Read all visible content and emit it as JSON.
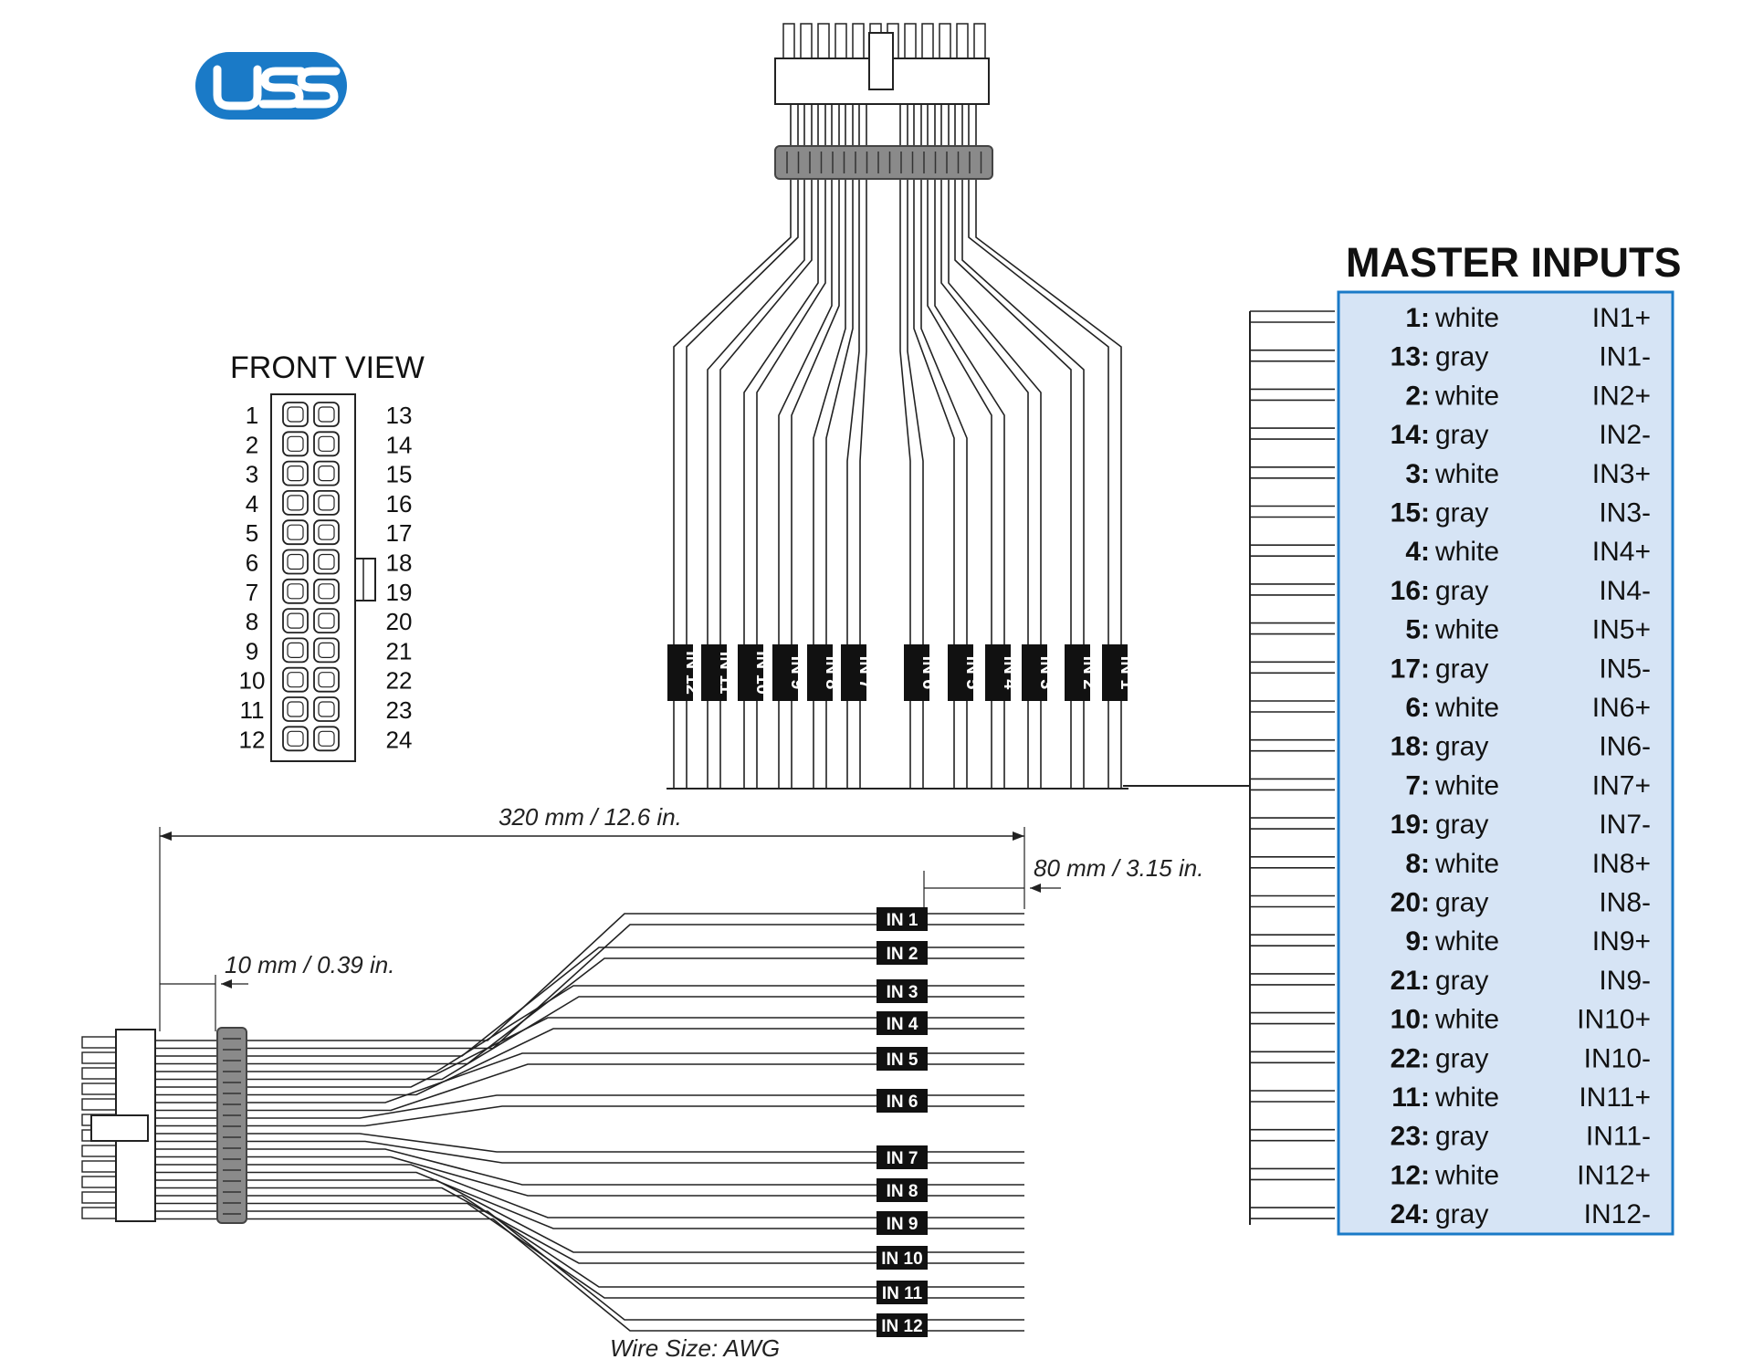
{
  "brand": {
    "logo_text": "USS",
    "color": "#1a7ac7"
  },
  "front_view": {
    "title": "FRONT VIEW",
    "left_numbers": [
      "1",
      "2",
      "3",
      "4",
      "5",
      "6",
      "7",
      "8",
      "9",
      "10",
      "11",
      "12"
    ],
    "right_numbers": [
      "13",
      "14",
      "15",
      "16",
      "17",
      "18",
      "19",
      "20",
      "21",
      "22",
      "23",
      "24"
    ]
  },
  "top_connector": {
    "labels": [
      "IN 12",
      "IN 11",
      "IN 10",
      "IN 9",
      "IN 8",
      "IN 7",
      "IN 6",
      "IN 5",
      "IN 4",
      "IN 3",
      "IN 2",
      "IN 1"
    ]
  },
  "side_connector": {
    "labels": [
      "IN 1",
      "IN 2",
      "IN 3",
      "IN 4",
      "IN 5",
      "IN 6",
      "IN 7",
      "IN 8",
      "IN 9",
      "IN 10",
      "IN 11",
      "IN 12"
    ],
    "dim_total": "320 mm / 12.6 in.",
    "dim_tail": "80 mm / 3.15 in.",
    "dim_sleeve": "10 mm / 0.39 in.",
    "wire_size": "Wire Size: AWG"
  },
  "master_inputs": {
    "title": "MASTER INPUTS",
    "box_color": "#d6e4f5",
    "border_color": "#1a7ac7",
    "rows": [
      {
        "pin": "1:",
        "color": "white",
        "signal": "IN1+"
      },
      {
        "pin": "13:",
        "color": "gray",
        "signal": "IN1-"
      },
      {
        "pin": "2:",
        "color": "white",
        "signal": "IN2+"
      },
      {
        "pin": "14:",
        "color": "gray",
        "signal": "IN2-"
      },
      {
        "pin": "3:",
        "color": "white",
        "signal": "IN3+"
      },
      {
        "pin": "15:",
        "color": "gray",
        "signal": "IN3-"
      },
      {
        "pin": "4:",
        "color": "white",
        "signal": "IN4+"
      },
      {
        "pin": "16:",
        "color": "gray",
        "signal": "IN4-"
      },
      {
        "pin": "5:",
        "color": "white",
        "signal": "IN5+"
      },
      {
        "pin": "17:",
        "color": "gray",
        "signal": "IN5-"
      },
      {
        "pin": "6:",
        "color": "white",
        "signal": "IN6+"
      },
      {
        "pin": "18:",
        "color": "gray",
        "signal": "IN6-"
      },
      {
        "pin": "7:",
        "color": "white",
        "signal": "IN7+"
      },
      {
        "pin": "19:",
        "color": "gray",
        "signal": "IN7-"
      },
      {
        "pin": "8:",
        "color": "white",
        "signal": "IN8+"
      },
      {
        "pin": "20:",
        "color": "gray",
        "signal": "IN8-"
      },
      {
        "pin": "9:",
        "color": "white",
        "signal": "IN9+"
      },
      {
        "pin": "21:",
        "color": "gray",
        "signal": "IN9-"
      },
      {
        "pin": "10:",
        "color": "white",
        "signal": "IN10+"
      },
      {
        "pin": "22:",
        "color": "gray",
        "signal": "IN10-"
      },
      {
        "pin": "11:",
        "color": "white",
        "signal": "IN11+"
      },
      {
        "pin": "23:",
        "color": "gray",
        "signal": "IN11-"
      },
      {
        "pin": "12:",
        "color": "white",
        "signal": "IN12+"
      },
      {
        "pin": "24:",
        "color": "gray",
        "signal": "IN12-"
      }
    ]
  }
}
